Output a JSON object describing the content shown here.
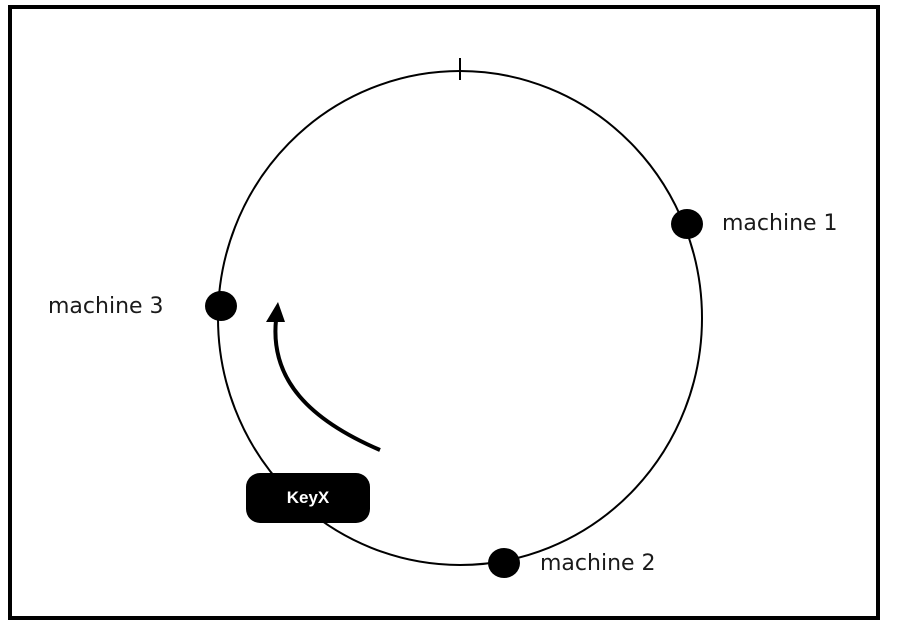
{
  "ring": {
    "nodes": [
      {
        "label": "machine 1"
      },
      {
        "label": "machine 2"
      },
      {
        "label": "machine 3"
      }
    ],
    "key_label": "KeyX"
  },
  "colors": {
    "line": "#000000",
    "node_fill": "#000000",
    "key_fill": "#000000",
    "key_text": "#ffffff",
    "background": "#ffffff"
  }
}
